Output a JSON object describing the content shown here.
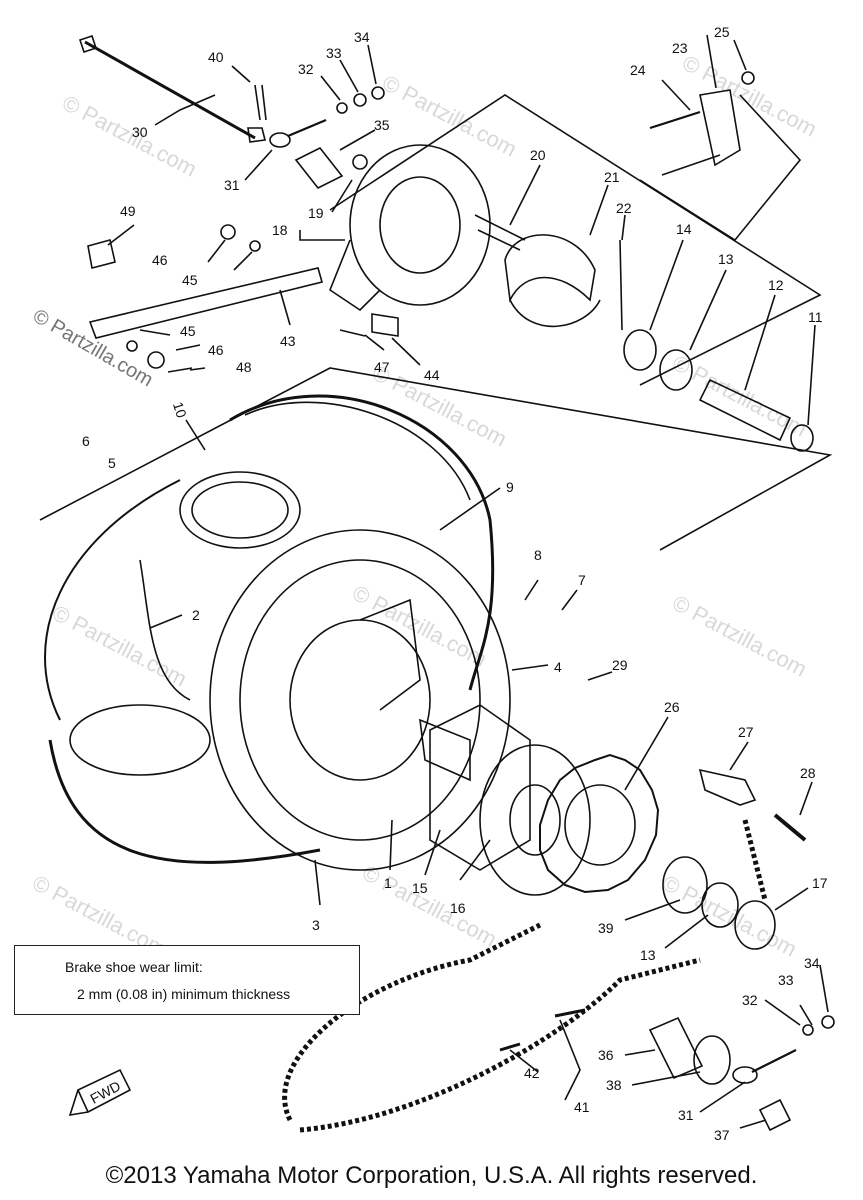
{
  "watermark": {
    "text": "© Partzilla.com",
    "prominent_text": "© Partzilla.com"
  },
  "callout": {
    "line1": "Brake shoe wear limit:",
    "line2": "2 mm (0.08 in)  minimum thickness"
  },
  "fwd_label": "FWD",
  "copyright": "©2013 Yamaha Motor Corporation, U.S.A. All rights reserved.",
  "part_labels": [
    "1",
    "2",
    "3",
    "4",
    "5",
    "6",
    "7",
    "8",
    "9",
    "10",
    "11",
    "12",
    "13",
    "14",
    "15",
    "16",
    "17",
    "18",
    "19",
    "20",
    "21",
    "22",
    "23",
    "24",
    "25",
    "26",
    "27",
    "28",
    "29",
    "30",
    "31",
    "32",
    "33",
    "34",
    "35",
    "36",
    "37",
    "38",
    "39",
    "40",
    "41",
    "42",
    "43",
    "44",
    "45",
    "46",
    "47",
    "48",
    "49",
    "13",
    "31",
    "32",
    "33",
    "34",
    "45",
    "46"
  ]
}
